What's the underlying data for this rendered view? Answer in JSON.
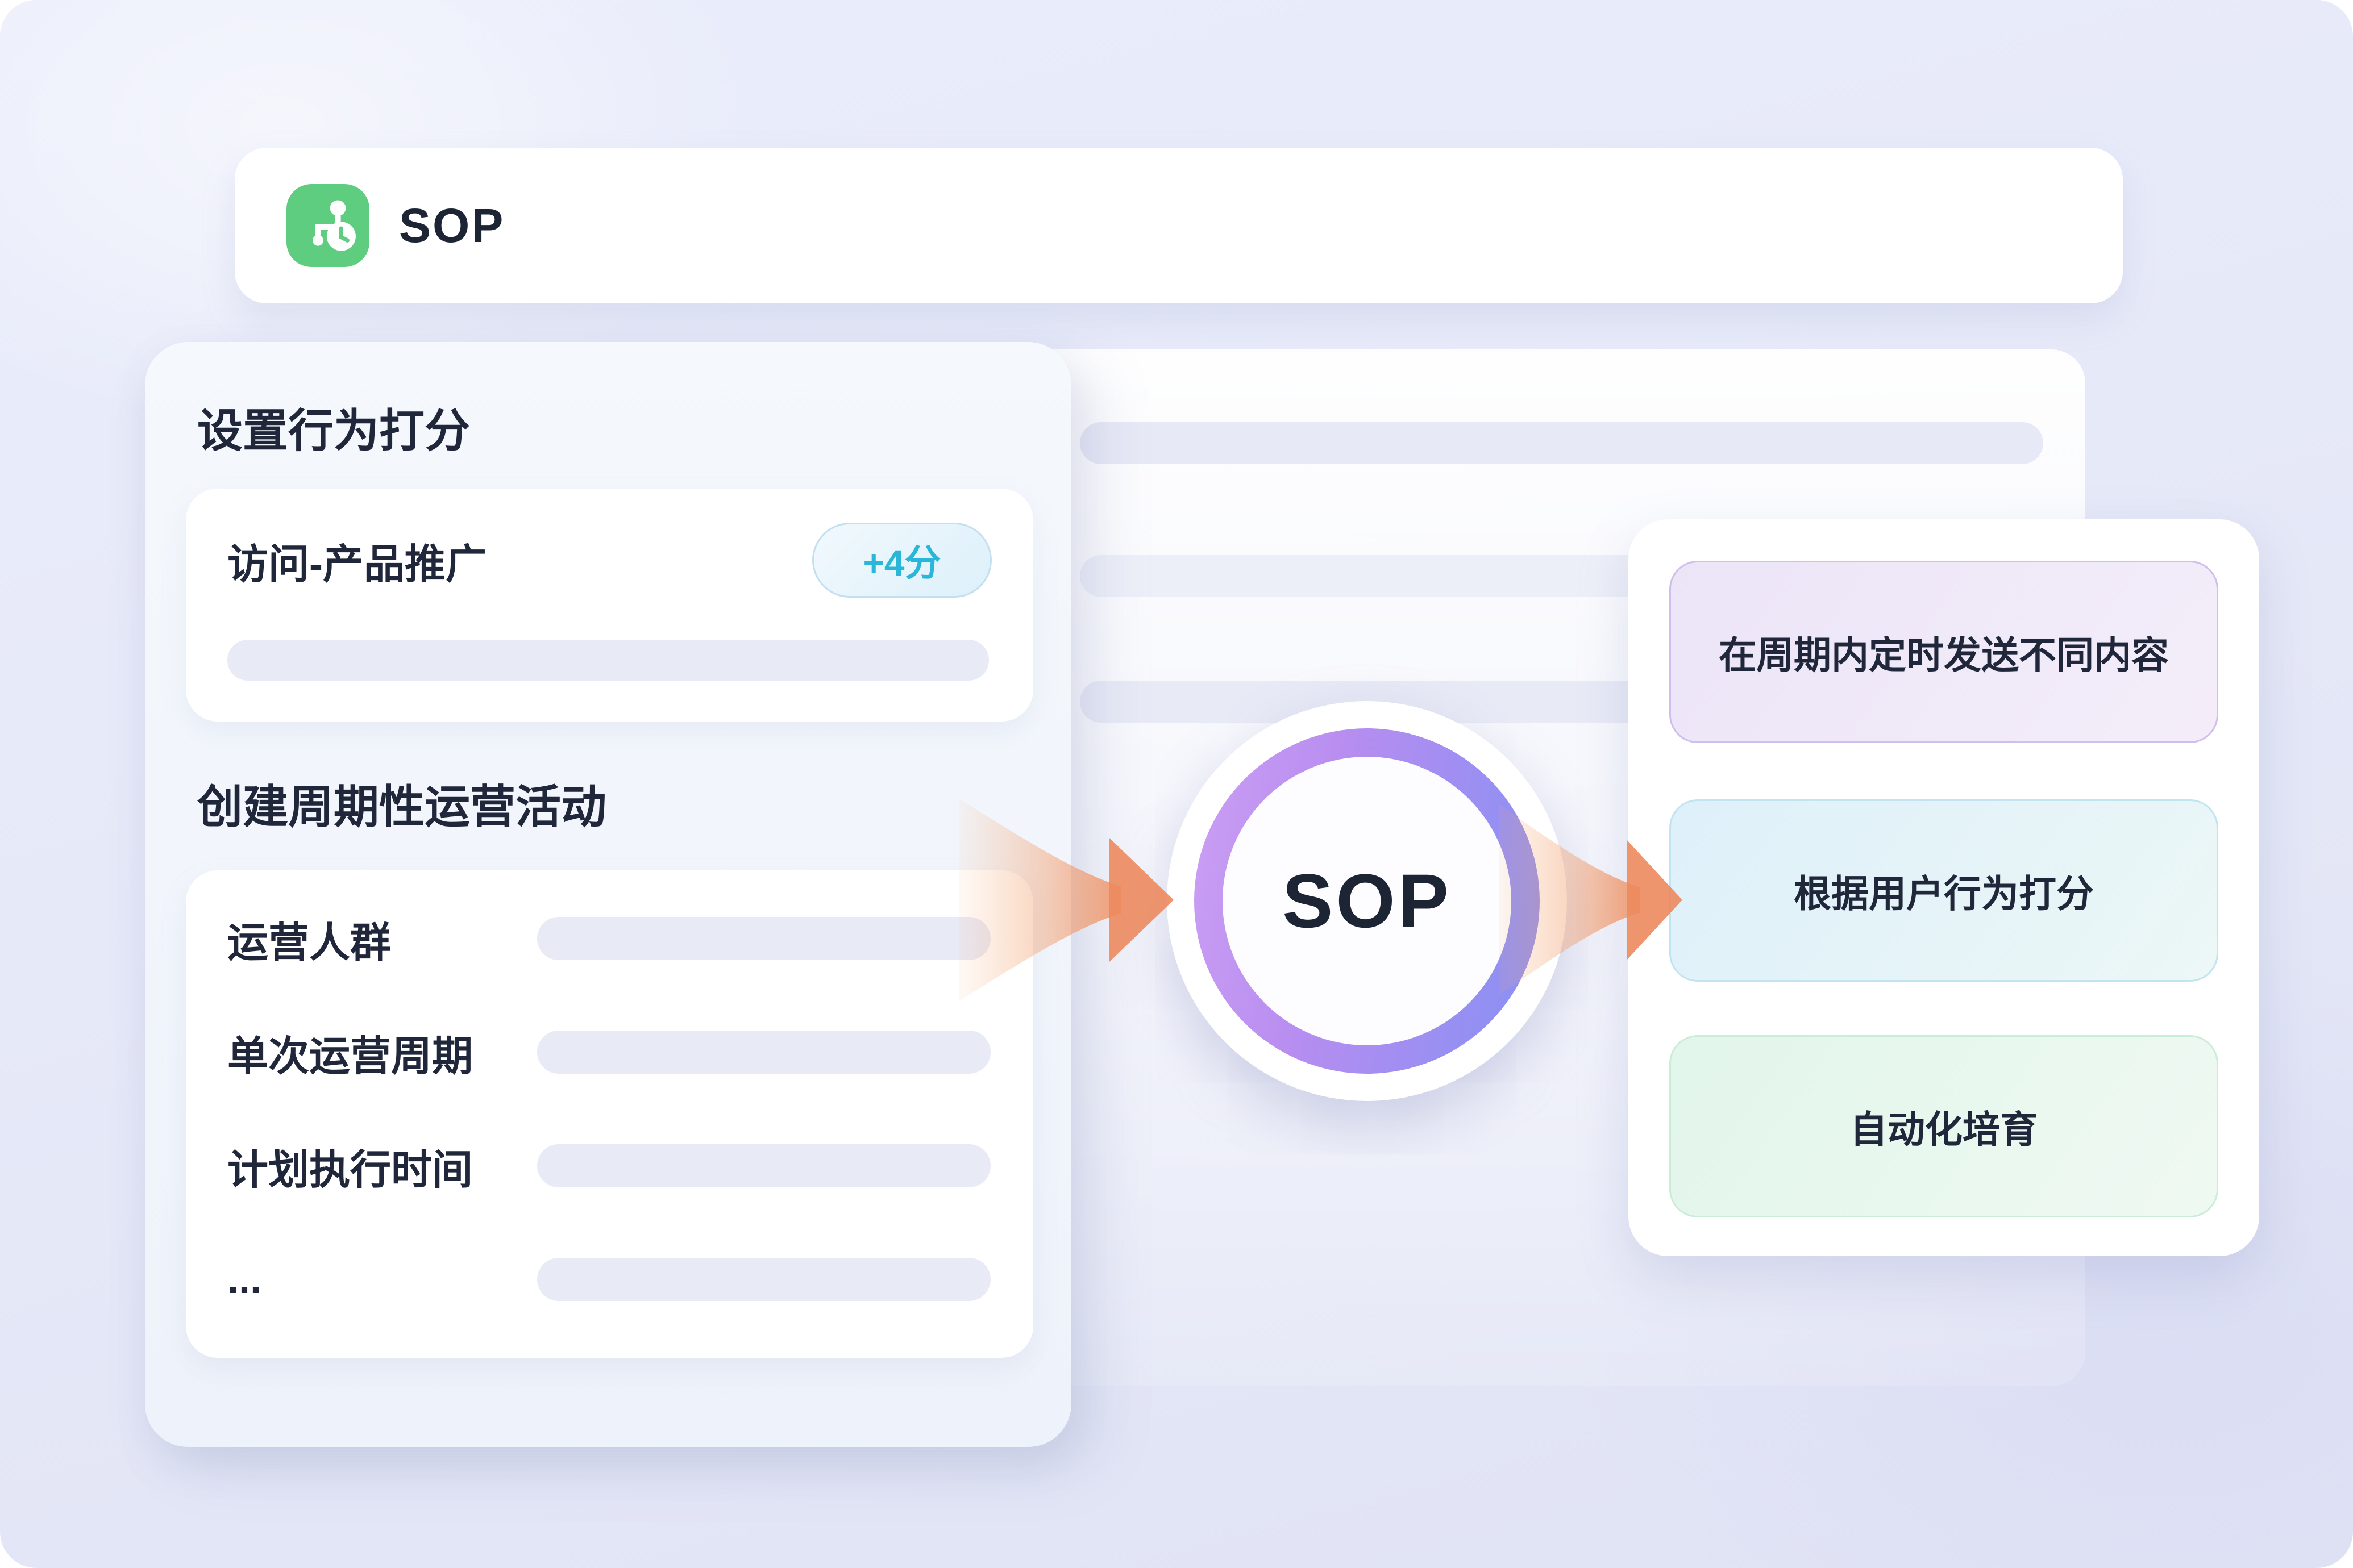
{
  "header": {
    "app_name": "SOP",
    "icon": "sop-flow-clock-icon",
    "icon_color": "#5ecd80"
  },
  "left_panel": {
    "section_scoring": {
      "title": "设置行为打分",
      "item": {
        "label": "访问-产品推广",
        "score_badge": "+4分",
        "badge_text_color": "#29b6d8"
      }
    },
    "section_cycle": {
      "title": "创建周期性运营活动",
      "rows": [
        {
          "label": "运营人群"
        },
        {
          "label": "单次运营周期"
        },
        {
          "label": "计划执行时间"
        },
        {
          "label": "..."
        }
      ]
    }
  },
  "center": {
    "label": "SOP",
    "ring_gradient": [
      "#c99df3",
      "#8c90f3"
    ],
    "arrow_color": "#ec8a5e"
  },
  "right_panel": {
    "boxes": [
      {
        "label": "在周期内定时发送不同内容",
        "tint": "#cfbfec"
      },
      {
        "label": "根据用户行为打分",
        "tint": "#c2e4f1"
      },
      {
        "label": "自动化培育",
        "tint": "#c9edd9"
      }
    ]
  }
}
